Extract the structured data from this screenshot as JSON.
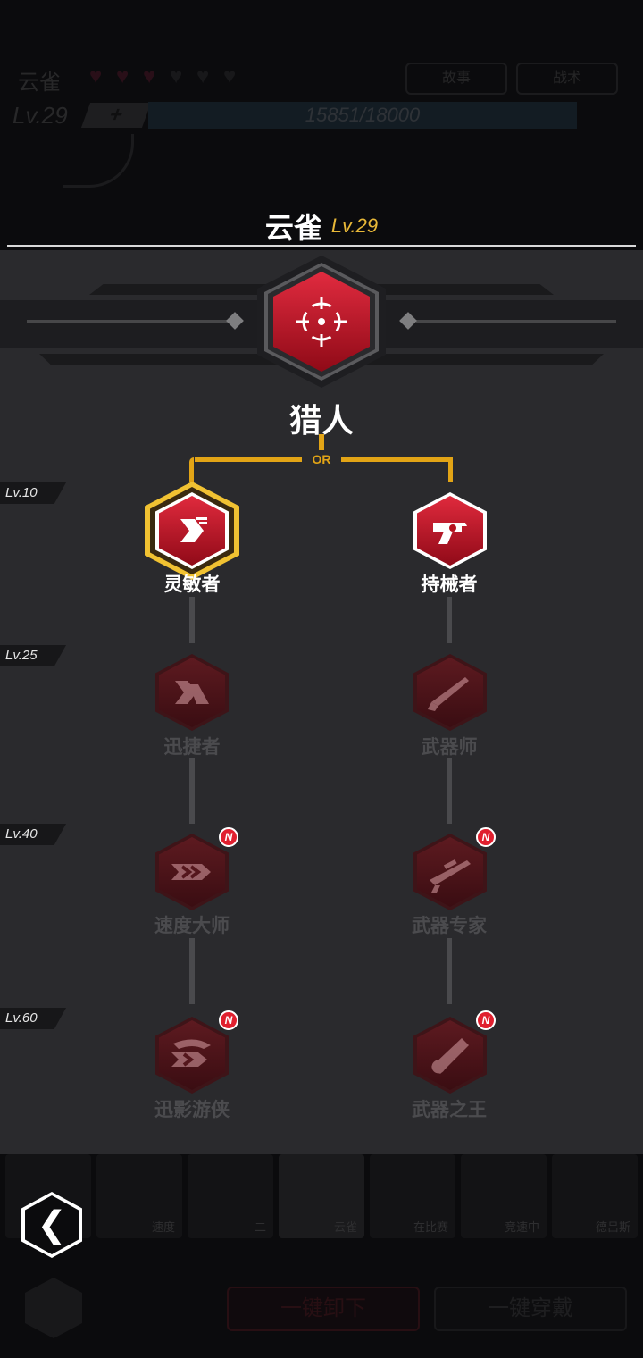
{
  "background": {
    "character_name": "云雀",
    "hearts_filled": 3,
    "hearts_total": 6,
    "buttons": [
      "故事",
      "战术"
    ],
    "level": "Lv.29",
    "plus": "+",
    "exp_text": "15851/18000",
    "portraits": [
      "速度",
      "二",
      "云雀",
      "在比赛",
      "竞速中",
      "德吕斯"
    ],
    "actions": [
      "一键卸下",
      "一键穿戴"
    ]
  },
  "title": {
    "name": "云雀",
    "level": "Lv.29"
  },
  "main_class": {
    "name": "猎人",
    "icon": "crosshair-icon"
  },
  "or_label": "OR",
  "levels": [
    "Lv.10",
    "Lv.25",
    "Lv.40",
    "Lv.60"
  ],
  "paths": [
    {
      "skills": [
        {
          "name": "灵敏者",
          "icon": "dash-arrow-icon",
          "state": "selected",
          "new": false
        },
        {
          "name": "迅捷者",
          "icon": "double-dash-icon",
          "state": "locked",
          "new": false
        },
        {
          "name": "速度大师",
          "icon": "speed-chevron-icon",
          "state": "locked",
          "new": true
        },
        {
          "name": "迅影游侠",
          "icon": "swirl-chevron-icon",
          "state": "locked",
          "new": true
        }
      ]
    },
    {
      "skills": [
        {
          "name": "持械者",
          "icon": "revolver-icon",
          "state": "unlocked",
          "new": false
        },
        {
          "name": "武器师",
          "icon": "shotgun-icon",
          "state": "locked",
          "new": false
        },
        {
          "name": "武器专家",
          "icon": "rifle-icon",
          "state": "locked",
          "new": true
        },
        {
          "name": "武器之王",
          "icon": "cannon-icon",
          "state": "locked",
          "new": true
        }
      ]
    }
  ],
  "badge_text": "N",
  "back_icon": "chevron-left-icon",
  "back_glyph": "❮"
}
